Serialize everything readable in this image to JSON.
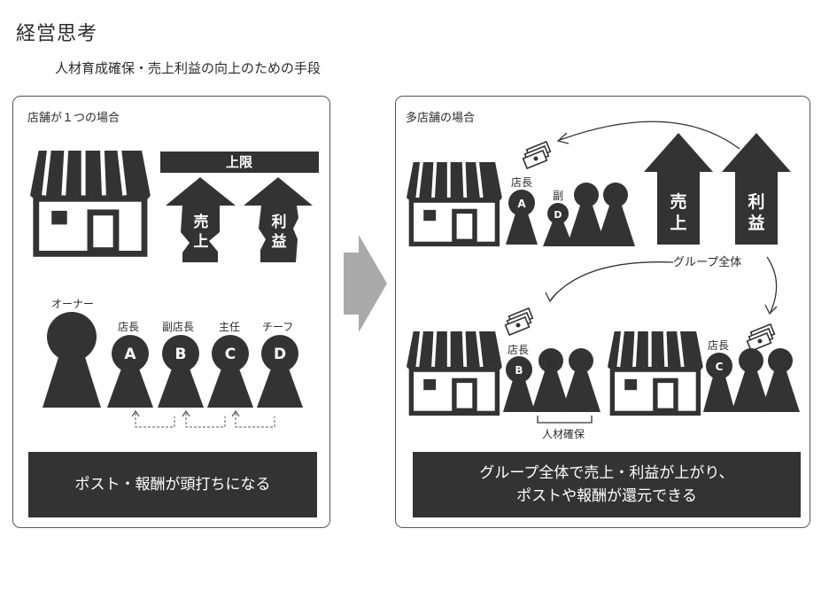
{
  "header": {
    "title": "経営思考",
    "subtitle": "人材育成確保・売上利益の向上のための手段"
  },
  "left_panel": {
    "label": "店舗が１つの場合",
    "limit_label": "上限",
    "arrow_sales": [
      "売",
      "上"
    ],
    "arrow_profit": [
      "利",
      "益"
    ],
    "roles": {
      "owner": "オーナー",
      "manager": "店長",
      "deputy_manager": "副店長",
      "chief": "主任",
      "chief2": "チーフ"
    },
    "badges": [
      "A",
      "B",
      "C",
      "D"
    ],
    "banner": "ポスト・報酬が頭打ちになる"
  },
  "right_panel": {
    "label": "多店舗の場合",
    "arrow_sales": [
      "売",
      "上"
    ],
    "arrow_profit": [
      "利",
      "益"
    ],
    "group_label": "グループ全体",
    "role_manager": "店長",
    "role_deputy": "副",
    "talent_label": "人材確保",
    "banner_lines": [
      "グループ全体で売上・利益が上がり、",
      "ポストや報酬が還元できる"
    ]
  },
  "colors": {
    "dark": "#333333",
    "gray_arrow": "#aaaaaa",
    "banner_bg": "#333333"
  }
}
